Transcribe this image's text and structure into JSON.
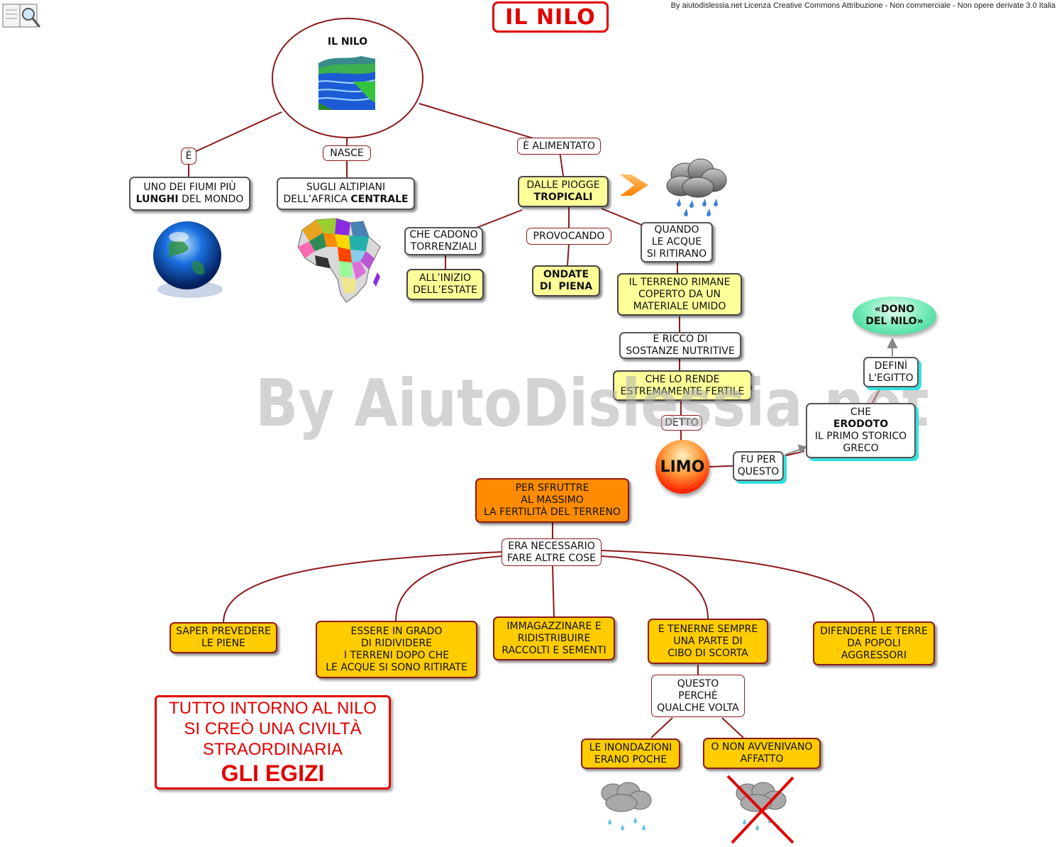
{
  "header": {
    "title": "IL NILO",
    "license": "By aiutodislessia.net Licenza Creative Commons Attribuzione - Non commerciale - Non opere derivate 3.0 Italia",
    "watermark": "By AiutoDislessia.net"
  },
  "diagram": {
    "root": "IL NILO",
    "links": {
      "e": "È",
      "nasce": "NASCE",
      "alimentato": "È ALIMENTATO",
      "provocando": "PROVOCANDO",
      "detto": "DETTO",
      "era_necessario": [
        "ERA NECESSARIO",
        "FARE ALTRE COSE"
      ],
      "questo_perche": [
        "QUESTO",
        "PERCHÈ",
        "QUALCHE VOLTA"
      ],
      "fu_per_questo": [
        "FU PER",
        "QUESTO"
      ],
      "defini": [
        "DEFINÌ",
        "L'EGITTO"
      ]
    },
    "nodes": {
      "fiumi": {
        "l1a": "UNO DEI FIUMI PIÙ",
        "l2a": "LUNGHI",
        "l2b": " DEL MONDO"
      },
      "altipiani": {
        "l1a": "SUGLI ALTIPIANI",
        "l2a": "DELL’AFRICA ",
        "l2b": "CENTRALE"
      },
      "piogge": {
        "l1": "DALLE PIOGGE",
        "l2": "TROPICALI"
      },
      "cadono": [
        "CHE CADONO",
        "TORRENZIALI"
      ],
      "estate": [
        "ALL’INIZIO",
        "DELL’ESTATE"
      ],
      "ondate": [
        "ONDATE",
        "DI  PIENA"
      ],
      "quando": [
        "QUANDO",
        "LE ACQUE",
        "SI RITIRANO"
      ],
      "terreno": [
        "IL TERRENO RIMANE",
        "COPERTO DA UN",
        "MATERIALE UMIDO"
      ],
      "ricco": [
        "E RICCO DI",
        "SOSTANZE NUTRITIVE"
      ],
      "fertile": [
        "CHE LO RENDE",
        "ESTREMAMENTE FERTILE"
      ],
      "limo": "LIMO",
      "erodoto": {
        "l1": "CHE",
        "l2": "ERODOTO",
        "l3": "IL PRIMO STORICO",
        "l4": "GRECO"
      },
      "dono": [
        "«DONO",
        "DEL NILO»"
      ],
      "sfruttare": [
        "PER SFRUTTRE",
        "AL MASSIMO",
        "LA FERTILITÀ DEL TERRENO"
      ],
      "prevedere": [
        "SAPER PREVEDERE",
        "LE PIENE"
      ],
      "ridividere": [
        "ESSERE IN GRADO",
        "DI RIDIVIDERE",
        "I TERRENI DOPO CHE",
        "LE ACQUE SI SONO RITIRATE"
      ],
      "immagazzinare": [
        "IMMAGAZZINARE E",
        "RIDISTRIBUIRE",
        "RACCOLTI E SEMENTI"
      ],
      "scorta": [
        "E TENERNE SEMPRE",
        "UNA PARTE DI",
        "CIBO DI SCORTA"
      ],
      "difendere": [
        "DIFENDERE LE TERRE",
        "DA POPOLI",
        "AGGRESSORI"
      ],
      "inondazioni": [
        "LE INONDAZIONI",
        "ERANO POCHE"
      ],
      "non_avvenivano": [
        "O NON AVVENIVANO",
        "AFFATTO"
      ]
    },
    "conclusion": {
      "l1": "TUTTO INTORNO AL NILO",
      "l2": "SI CREÒ UNA CIVILTÀ",
      "l3": "STRAORDINARIA",
      "l4": "GLI EGIZI"
    }
  },
  "icons": [
    "book-logo-icon",
    "river-icon",
    "globe-icon",
    "africa-map-icon",
    "arrow-right-icon",
    "rain-cloud-icon",
    "crossed-rain-cloud-icon"
  ],
  "colors": {
    "red_border": "#e00000",
    "link_line": "#8b1a1a",
    "yellow_node": "#ffff99",
    "gold_node": "#ffcc00",
    "orange_node": "#ff8c00",
    "dono_green": "#6fe9b5"
  }
}
